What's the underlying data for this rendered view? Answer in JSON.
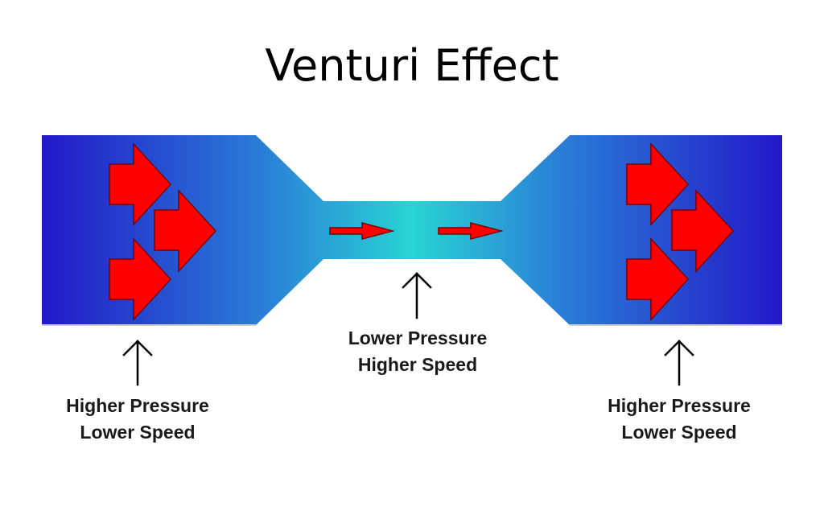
{
  "title": "Venturi Effect",
  "labels": {
    "left": {
      "line1": "Higher Pressure",
      "line2": "Lower Speed"
    },
    "center": {
      "line1": "Lower Pressure",
      "line2": "Higher Speed"
    },
    "right": {
      "line1": "Higher Pressure",
      "line2": "Lower Speed"
    }
  },
  "colors": {
    "pipe_edge": "#2218c8",
    "pipe_mid": "#2a7ed8",
    "pipe_throat": "#28d4d4",
    "flow_arrow": "#ff0000",
    "pointer_arrow": "#000000"
  },
  "icons": {
    "flow": "right-arrow-icon",
    "pointer": "up-arrow-icon"
  }
}
